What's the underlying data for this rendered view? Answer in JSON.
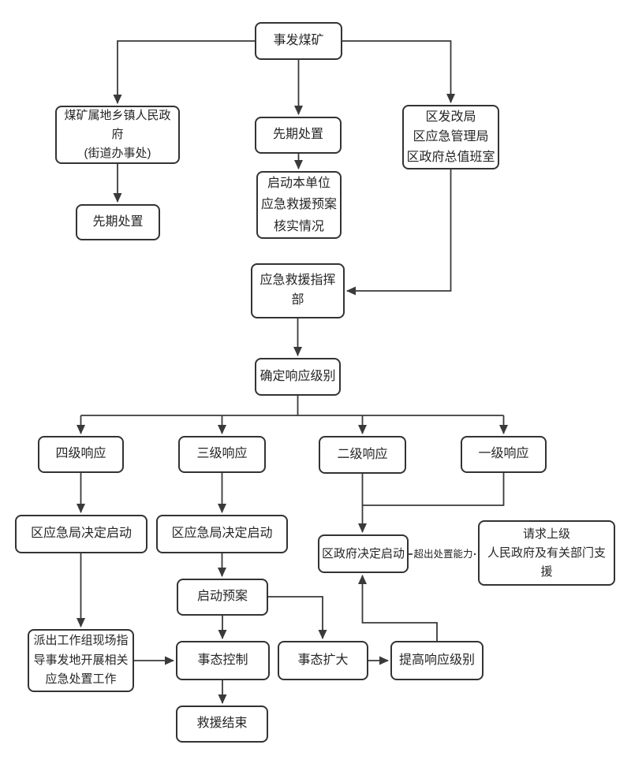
{
  "flowchart": {
    "nodes": {
      "incident_mine": {
        "label": "事发煤矿"
      },
      "township_gov": {
        "label": "煤矿属地乡镇人民政府\n(街道办事处)"
      },
      "initial_disposal_left": {
        "label": "先期处置"
      },
      "initial_disposal_mid": {
        "label": "先期处置"
      },
      "activate_unit_plan": {
        "label": "启动本单位\n应急救援预案\n核实情况"
      },
      "district_bureaus": {
        "label": "区发改局\n区应急管理局\n区政府总值班室"
      },
      "rescue_command_hq": {
        "label": "应急救援指挥部"
      },
      "determine_response_level": {
        "label": "确定响应级别"
      },
      "level_4": {
        "label": "四级响应"
      },
      "level_3": {
        "label": "三级响应"
      },
      "level_2": {
        "label": "二级响应"
      },
      "level_1": {
        "label": "一级响应"
      },
      "bureau_decides_l4": {
        "label": "区应急局决定启动"
      },
      "bureau_decides_l3": {
        "label": "区应急局决定启动"
      },
      "gov_decides": {
        "label": "区政府决定启动"
      },
      "request_superior_support": {
        "label": "请求上级\n人民政府及有关部门支援"
      },
      "activate_plan": {
        "label": "启动预案"
      },
      "dispatch_work_group": {
        "label": "派出工作组现场指\n导事发地开展相关\n应急处置工作"
      },
      "situation_control": {
        "label": "事态控制"
      },
      "situation_expand": {
        "label": "事态扩大"
      },
      "raise_response_level": {
        "label": "提高响应级别"
      },
      "rescue_end": {
        "label": "救援结束"
      }
    },
    "edge_labels": {
      "exceed_capacity": "超出处置能力"
    },
    "colors": {
      "box_border": "#333333",
      "line": "#3a3a3a",
      "text": "#262626",
      "background": "#ffffff"
    }
  }
}
